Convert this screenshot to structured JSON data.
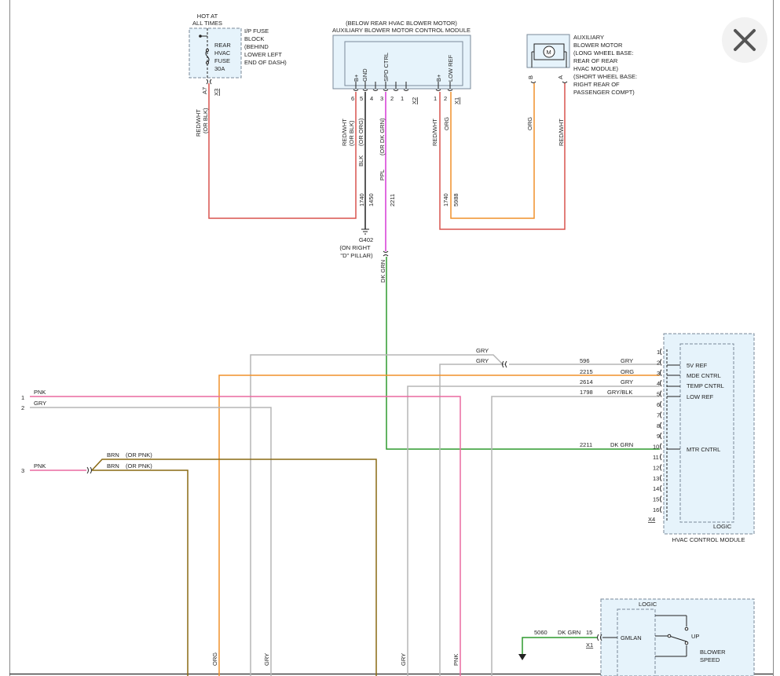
{
  "close_button": {
    "icon": "close-icon"
  },
  "colors": {
    "red": "#d9534f",
    "orange": "#f0902a",
    "pink": "#ea6aa0",
    "magenta": "#d63ad6",
    "green": "#2f9a2f",
    "gray": "#b5b5b5",
    "brown": "#8a6a14",
    "black": "#222222",
    "box_fill": "#e6f3fb",
    "box_stroke": "#7a8a99"
  },
  "fuse": {
    "hot_label_1": "HOT AT",
    "hot_label_2": "ALL TIMES",
    "name_1": "REAR",
    "name_2": "HVAC",
    "name_3": "FUSE",
    "amps": "30A",
    "block_1": "I/P FUSE",
    "block_2": "BLOCK",
    "block_3": "(BEHIND",
    "block_4": "LOWER LEFT",
    "block_5": "END OF DASH)",
    "pin": "A7",
    "connector": "X3",
    "wire_color_1": "RED/WHT",
    "wire_color_2": "(OR BLK)"
  },
  "module": {
    "location": "(BELOW REAR HVAC BLOWER MOTOR)",
    "title": "AUXILIARY BLOWER MOTOR CONTROL MODULE",
    "pins_x2": [
      {
        "num": "6",
        "label": "B+"
      },
      {
        "num": "5",
        "label": "GND"
      },
      {
        "num": "4",
        "label": ""
      },
      {
        "num": "3",
        "label": "SPD CTRL"
      },
      {
        "num": "2",
        "label": ""
      },
      {
        "num": "1",
        "label": ""
      }
    ],
    "connector_x2": "X2",
    "pins_x1": [
      {
        "num": "1",
        "label": "B+"
      },
      {
        "num": "2",
        "label": "LOW REF"
      }
    ],
    "connector_x1": "X1"
  },
  "motor": {
    "symbol": "M",
    "desc": [
      "AUXILIARY",
      "BLOWER MOTOR",
      "(LONG WHEEL BASE:",
      "REAR OF REAR",
      "HVAC MODULE)",
      "(SHORT WHEEL BASE:",
      "RIGHT REAR OF",
      "PASSENGER COMPT)"
    ],
    "pin_b": "B",
    "pin_a": "A",
    "wire_b": "ORG",
    "wire_a": "RED/WHT"
  },
  "wires": {
    "p6_color_1": "RED/WHT",
    "p6_color_2": "(OR BLK)",
    "p6_circuit": "1740",
    "p5_color_1": "BLK",
    "p5_color_2": "(OR ORG)",
    "p5_circuit": "1450",
    "p3_color_1": "PPL",
    "p3_color_2": "(OR DK GRN)",
    "p3_circuit": "2211",
    "x1p1_color": "RED/WHT",
    "x1p1_circuit": "1740",
    "x1p2_color": "ORG",
    "x1p2_circuit": "5988",
    "spd_down": "DK GRN"
  },
  "ground": {
    "name": "G402",
    "loc_1": "(ON RIGHT",
    "loc_2": "\"D\" PILLAR)"
  },
  "hvac": {
    "title": "HVAC CONTROL MODULE",
    "logic": "LOGIC",
    "connector": "X4",
    "pins": [
      "1",
      "2",
      "3",
      "4",
      "5",
      "6",
      "7",
      "8",
      "9",
      "10",
      "11",
      "12",
      "13",
      "14",
      "15",
      "16"
    ],
    "funcs": {
      "p2": "5V REF",
      "p3": "MDE CNTRL",
      "p4": "TEMP CNTRL",
      "p5": "LOW REF",
      "p10": "MTR CNTRL"
    },
    "circuits": {
      "p2": "596",
      "p3": "2215",
      "p4": "2614",
      "p5": "1798",
      "p10": "2211"
    },
    "colors": {
      "p2": "GRY",
      "p3": "ORG",
      "p4": "GRY",
      "p5": "GRY/BLK",
      "p10": "DK GRN"
    }
  },
  "left": {
    "gry_top": "GRY",
    "gry_mid": "GRY",
    "n1": "1",
    "n1_color": "PNK",
    "n2": "2",
    "n2_color": "GRY",
    "n3": "3",
    "n3_color": "PNK",
    "brn_1": "BRN",
    "brn_1b": "(OR PNK)",
    "brn_2": "BRN",
    "brn_2b": "(OR PNK)"
  },
  "bottom": {
    "org": "ORG",
    "gry1": "GRY",
    "gry2": "GRY",
    "pnk": "PNK"
  },
  "switch": {
    "logic": "LOGIC",
    "gmlan": "GMLAN",
    "pin": "15",
    "connector": "X1",
    "circuit": "5060",
    "color": "DK GRN",
    "up": "UP",
    "blower": "BLOWER",
    "speed": "SPEED"
  }
}
